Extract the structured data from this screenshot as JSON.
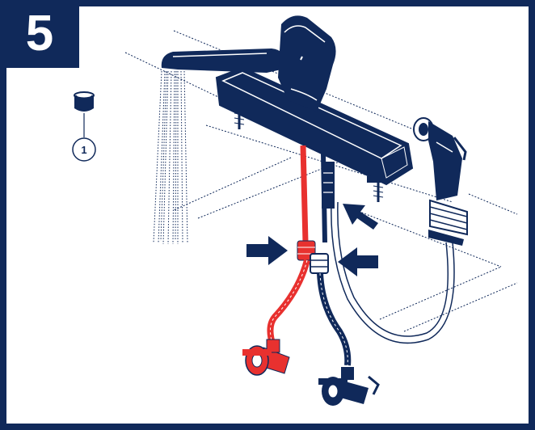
{
  "step": {
    "number": "5"
  },
  "callouts": [
    {
      "number": "1",
      "part": "aerator"
    }
  ],
  "colors": {
    "frame": "#10295a",
    "navy": "#10295a",
    "hot": "#e8312f",
    "white": "#ffffff",
    "line": "#10295a"
  },
  "icons": [
    "arrow-right-icon",
    "arrow-left-icon",
    "aerator-icon",
    "faucet-icon",
    "sprayer-icon",
    "shutoff-valve-icon"
  ]
}
